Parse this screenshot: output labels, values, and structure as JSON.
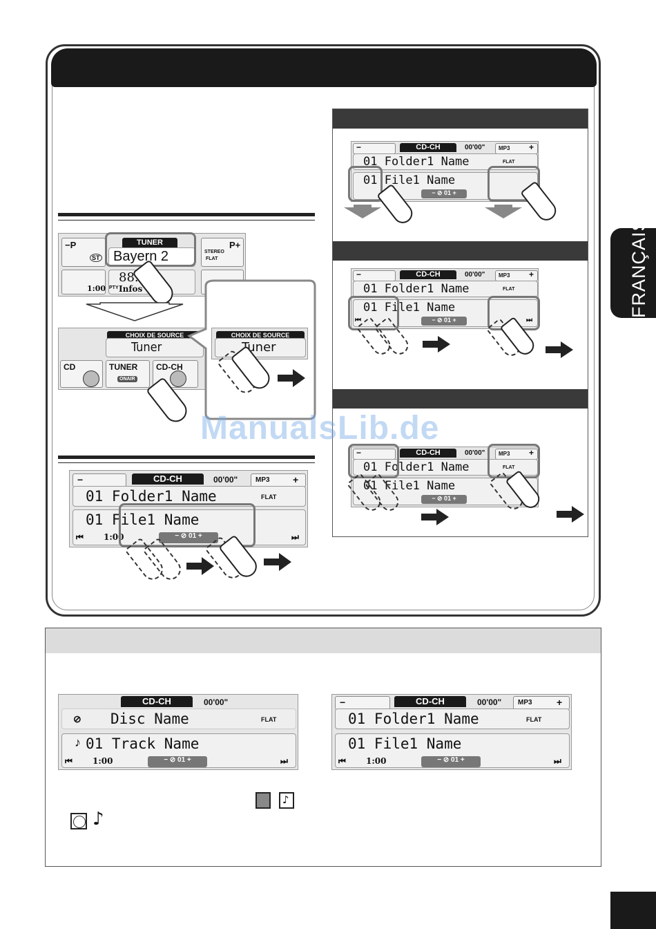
{
  "sidebar": {
    "language": "FRANÇAIS"
  },
  "watermark": "ManualsLib.de",
  "tuner_display": {
    "tab": "TUNER",
    "station": "Bayern 2",
    "freq": "88.3",
    "pty": "PTY",
    "pty_text": "Infos",
    "time": "1:00",
    "left_label": "P",
    "st": "ST",
    "stereo": "STEREO",
    "flat": "FLAT",
    "right_label": "P"
  },
  "source_display": {
    "tab": "CHOIX DE SOURCE",
    "value": "Tuner",
    "buttons": [
      "CD",
      "TUNER",
      "CD-CH"
    ],
    "tuner_sub": "ONAIR"
  },
  "zoom_display": {
    "tab": "CHOIX DE SOURCE",
    "value": "Tuner"
  },
  "cdch_display": {
    "tab": "CD-CH",
    "time": "00'00\"",
    "mp3": "MP3",
    "folder": "01 Folder1 Name",
    "file": "01 File1 Name",
    "flat": "FLAT",
    "elapsed": "1:00",
    "track_no": "01",
    "minus": "−",
    "plus": "+"
  },
  "bottom": {
    "disc_display": {
      "tab": "CD-CH",
      "time": "00'00\"",
      "disc": "Disc Name",
      "track": "01 Track Name",
      "flat": "FLAT",
      "elapsed": "1:00",
      "track_no": "01"
    },
    "mp3_display": {
      "tab": "CD-CH",
      "time": "00'00\"",
      "mp3": "MP3",
      "folder": "01 Folder1 Name",
      "file": "01 File1 Name",
      "flat": "FLAT",
      "elapsed": "1:00",
      "track_no": "01"
    }
  }
}
